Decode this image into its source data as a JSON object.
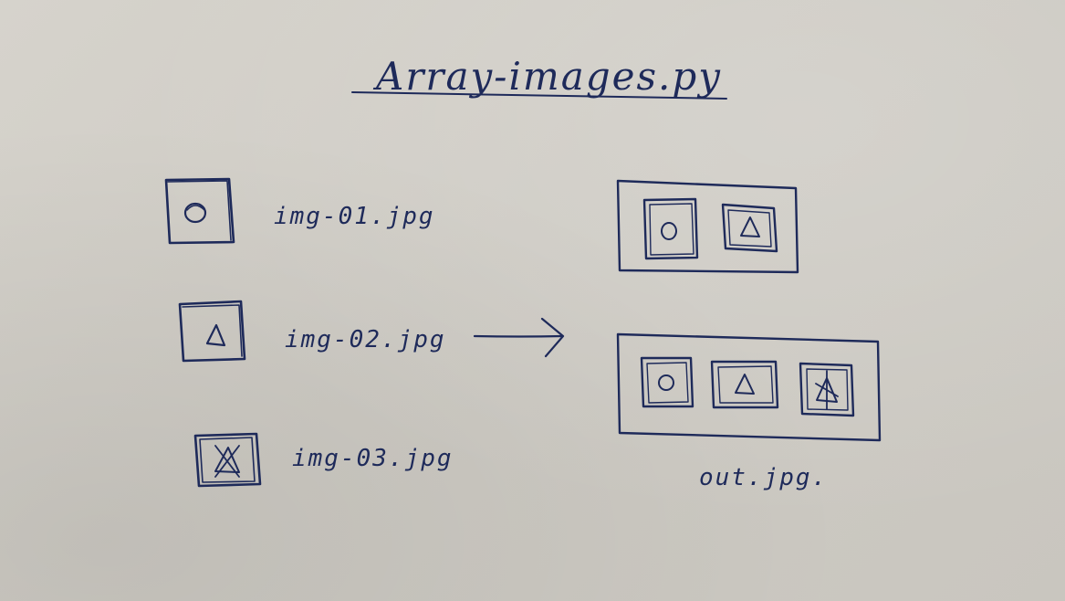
{
  "title": "Array-images.py",
  "inputs": [
    {
      "label": "img-01.jpg",
      "shape": "circle"
    },
    {
      "label": "img-02.jpg",
      "shape": "triangle"
    },
    {
      "label": "img-03.jpg",
      "shape": "crossed-triangle"
    }
  ],
  "outputs": [
    {
      "tiles": [
        "circle",
        "triangle"
      ]
    },
    {
      "tiles": [
        "circle",
        "triangle",
        "crossed-triangle"
      ]
    }
  ],
  "output_label": "out.jpg.",
  "colors": {
    "ink": "#1e2a5a",
    "paper": "#d3d0c9"
  }
}
